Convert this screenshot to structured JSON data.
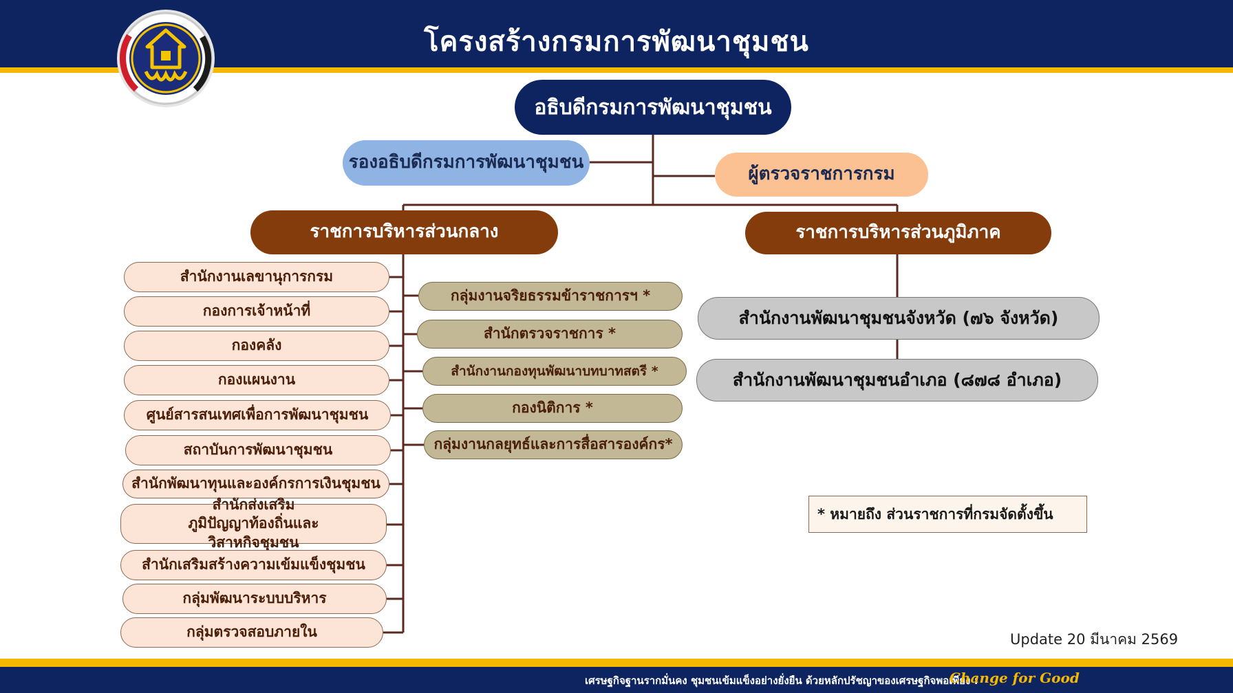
{
  "header": {
    "title": "โครงสร้างกรมการพัฒนาชุมชน"
  },
  "chart": {
    "director": "อธิบดีกรมการพัฒนาชุมชน",
    "deputy": "รองอธิบดีกรมการพัฒนาชุมชน",
    "inspector": "ผู้ตรวจราชการกรม",
    "central": {
      "label": "ราชการบริหารส่วนกลาง",
      "units": [
        "สำนักงานเลขานุการกรม",
        "กองการเจ้าหน้าที่",
        "กองคลัง",
        "กองแผนงาน",
        "ศูนย์สารสนเทศเพื่อการพัฒนาชุมชน",
        "สถาบันการพัฒนาชุมชน",
        "สำนักพัฒนาทุนและองค์กรการเงินชุมชน",
        "สำนักส่งเสริมภูมิปัญญาท้องถิ่นและวิสาหกิจชุมชน",
        "สำนักเสริมสร้างความเข้มแข็งชุมชน",
        "กลุ่มพัฒนาระบบบริหาร",
        "กลุ่มตรวจสอบภายใน"
      ],
      "special_units": [
        "กลุ่มงานจริยธรรมข้าราชการฯ *",
        "สำนักตรวจราชการ *",
        "สำนักงานกองทุนพัฒนาบทบาทสตรี *",
        "กองนิติการ *",
        "กลุ่มงานกลยุทธ์และการสื่อสารองค์กร*"
      ]
    },
    "regional": {
      "label": "ราชการบริหารส่วนภูมิภาค",
      "units": [
        "สำนักงานพัฒนาชุมชนจังหวัด (๗๖ จังหวัด)",
        "สำนักงานพัฒนาชุมชนอำเภอ (๘๗๘ อำเภอ)"
      ]
    }
  },
  "note": "* หมายถึง ส่วนราชการที่กรมจัดตั้งขึ้น",
  "update": "Update 20 มีนาคม 2569",
  "footer": {
    "slogan": "เศรษฐกิจฐานรากมั่นคง ชุมชนเข้มแข็งอย่างยั่งยืน ด้วยหลักปรัชญาของเศรษฐกิจพอเพียง :",
    "tagline": "Change for Good"
  },
  "colors": {
    "navy": "#0d2461",
    "gold": "#f5b800",
    "brown": "#843c0c",
    "deputy_blue": "#8fb3e3",
    "inspector_peach": "#fbc192",
    "unit_pink": "#fce4d6",
    "unit_olive": "#c2b896",
    "unit_gray": "#c8c8c8"
  },
  "icons": {
    "logo": "department-emblem-icon"
  }
}
